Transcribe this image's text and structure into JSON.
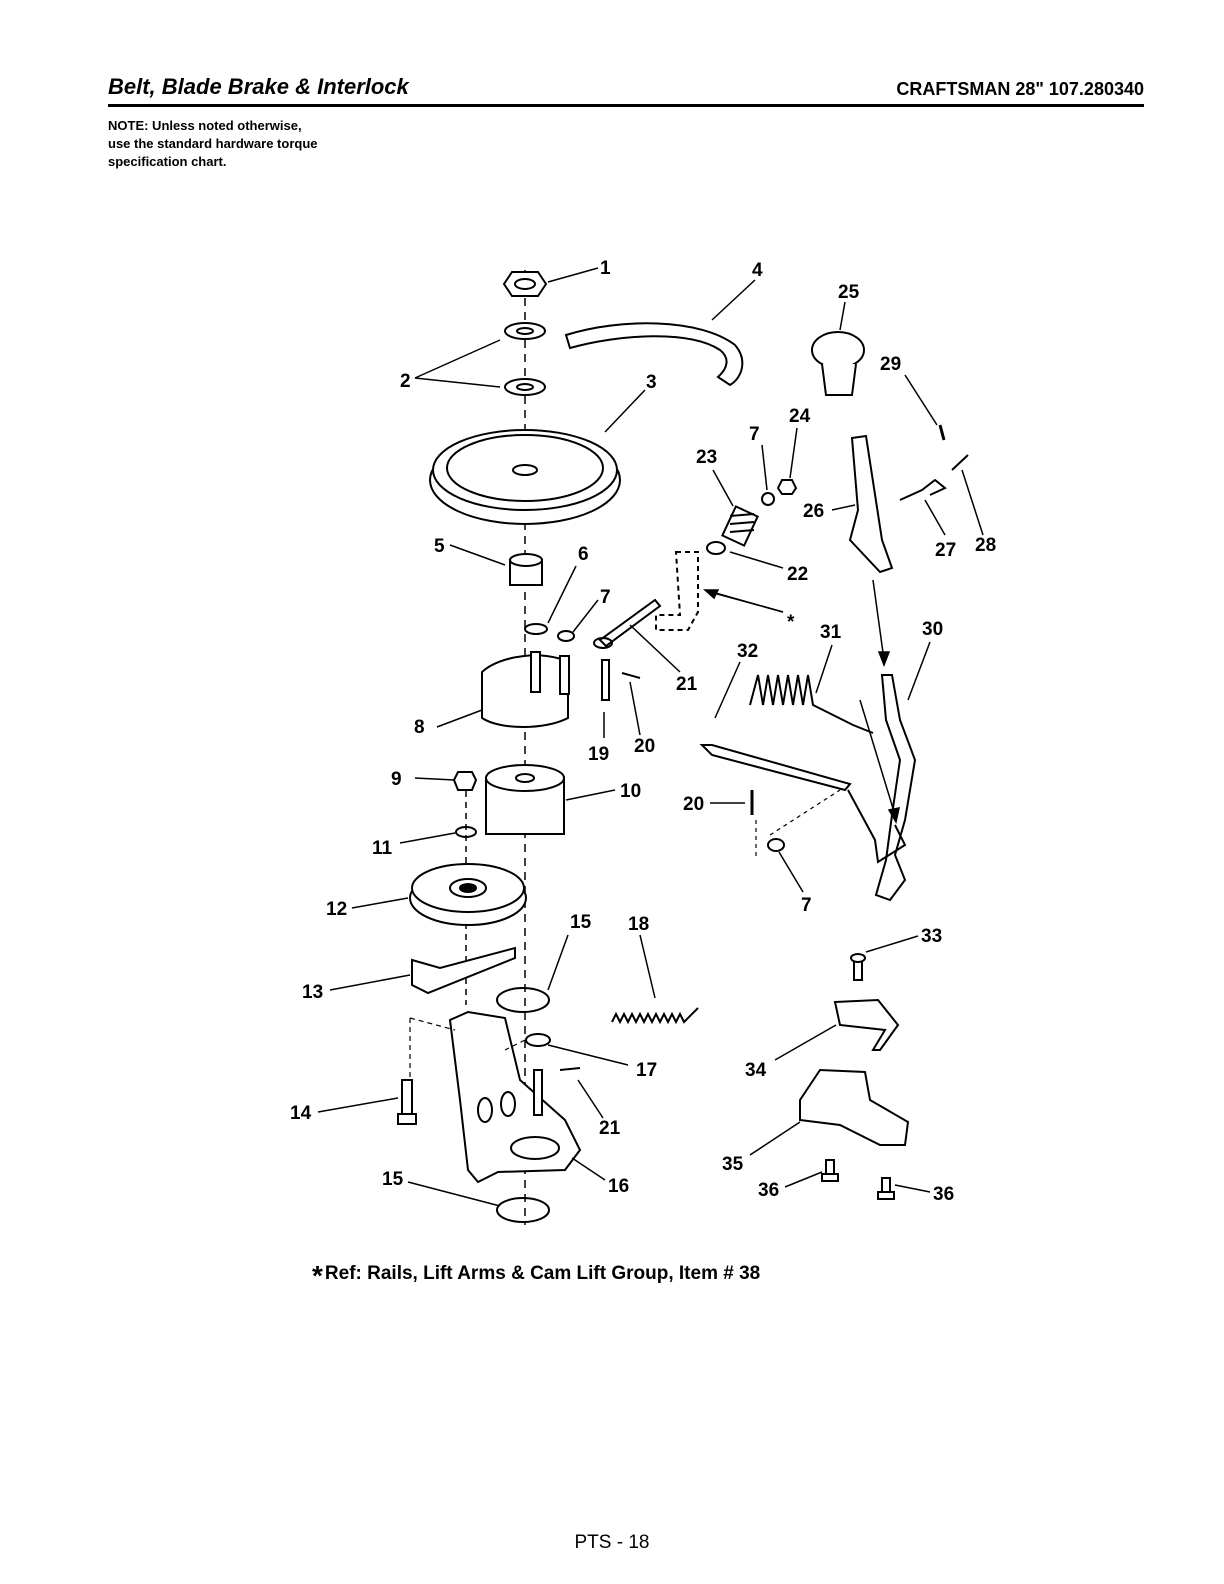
{
  "header": {
    "title": "Belt, Blade Brake & Interlock",
    "model": "CRAFTSMAN 28\" 107.280340"
  },
  "note": {
    "line1": "NOTE: Unless noted otherwise,",
    "line2": "use the standard hardware torque",
    "line3": "specification chart."
  },
  "callouts": [
    "1",
    "2",
    "3",
    "4",
    "5",
    "6",
    "7",
    "7",
    "7",
    "8",
    "9",
    "10",
    "11",
    "12",
    "13",
    "14",
    "15",
    "15",
    "16",
    "17",
    "18",
    "19",
    "20",
    "20",
    "21",
    "21",
    "22",
    "23",
    "24",
    "25",
    "26",
    "27",
    "28",
    "29",
    "30",
    "31",
    "32",
    "33",
    "34",
    "35",
    "36",
    "36",
    "*"
  ],
  "reference": {
    "star": "*",
    "text": "Ref: Rails, Lift Arms & Cam Lift Group, Item # 38"
  },
  "footer": {
    "page": "PTS - 18"
  }
}
